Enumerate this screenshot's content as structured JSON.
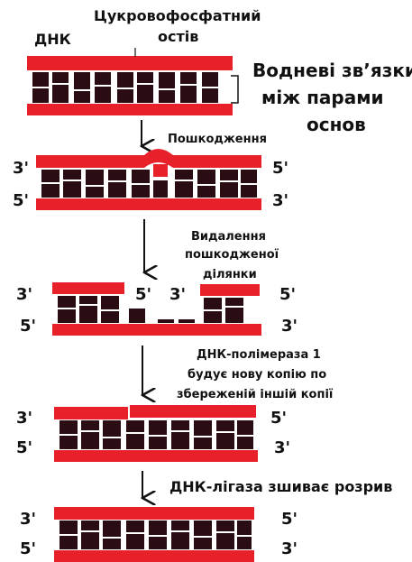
{
  "labels": {
    "dna": "ДНК",
    "backbone_line1": "Цукровофосфатний",
    "backbone_line2": "остів",
    "hbonds_line1": "Водневі зв’язки",
    "hbonds_line2": "між парами",
    "hbonds_line3": "основ",
    "damage": "Пошкодження",
    "removal_line1": "Видалення",
    "removal_line2": "пошкодженої",
    "removal_line3": "ділянки",
    "polymerase_line1": "ДНК-полімераза 1",
    "polymerase_line2": "будує нову копію по",
    "polymerase_line3": "збереженій іншій копії",
    "ligase": "ДНК-лігаза зшиває розрив"
  },
  "ends": {
    "three_prime": "3'",
    "five_prime": "5'"
  },
  "colors": {
    "backbone": "#e8202a",
    "base": "#2a0d12",
    "base_highlight": "#ffffff",
    "arrow": "#111111"
  }
}
